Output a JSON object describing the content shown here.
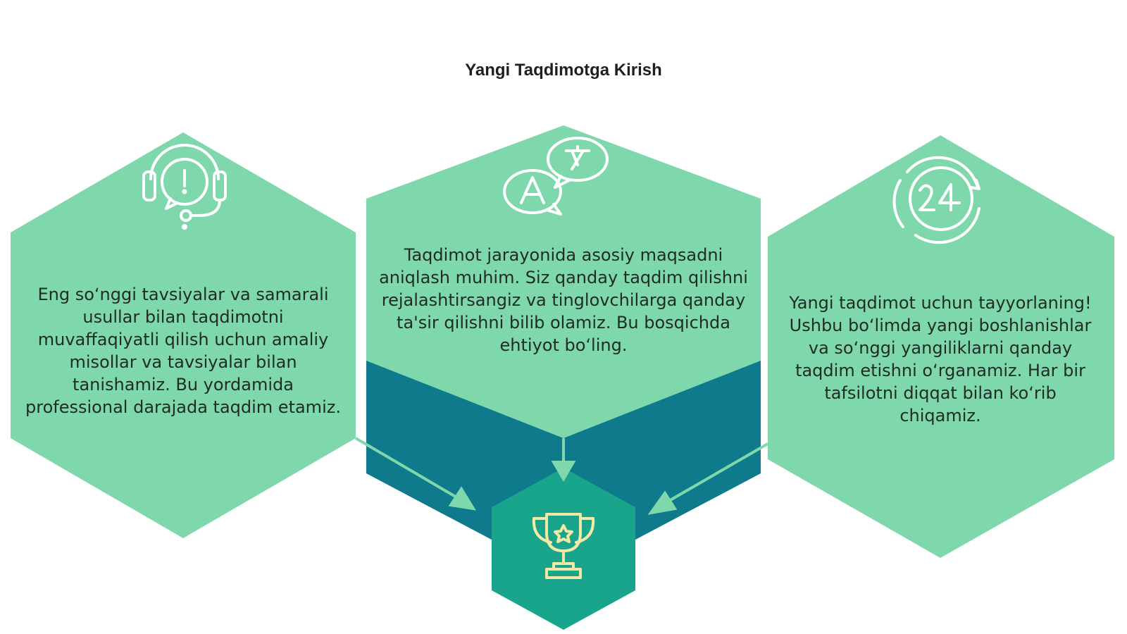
{
  "title": "Yangi Taqdimotga Kirish",
  "colors": {
    "hex_light": "#7fd8ab",
    "hex_dark": "#0e7a8c",
    "hex_mid": "#19a58c",
    "icon_stroke": "#ffffff",
    "trophy_stroke": "#f3e9a4"
  },
  "cards": [
    {
      "icon": "headset-support-icon",
      "lines": [
        "Eng so‘nggi tavsiyalar va samarali",
        "usullar bilan taqdimotni",
        "muvaffaqiyatli qilish uchun amaliy",
        "misollar va tavsiyalar bilan",
        "tanishamiz. Bu yordamida",
        "professional darajada taqdim etamiz."
      ]
    },
    {
      "icon": "translate-chat-icon",
      "lines": [
        "Taqdimot jarayonida asosiy maqsadni",
        "aniqlash muhim. Siz qanday taqdim qilishni",
        "rejalashtirsangiz va tinglovchilarga qanday",
        "ta'sir qilishni bilib olamiz. Bu bosqichda",
        "ehtiyot bo‘ling."
      ]
    },
    {
      "icon": "24-hours-icon",
      "lines": [
        "Yangi taqdimot uchun tayyorlaning!",
        "Ushbu bo‘limda yangi boshlanishlar",
        "va so‘nggi yangiliklarni qanday",
        "taqdim etishni o‘rganamiz. Har bir",
        "tafsilotni diqqat bilan ko‘rib",
        "chiqamiz."
      ]
    }
  ],
  "center_icon": "trophy-icon"
}
